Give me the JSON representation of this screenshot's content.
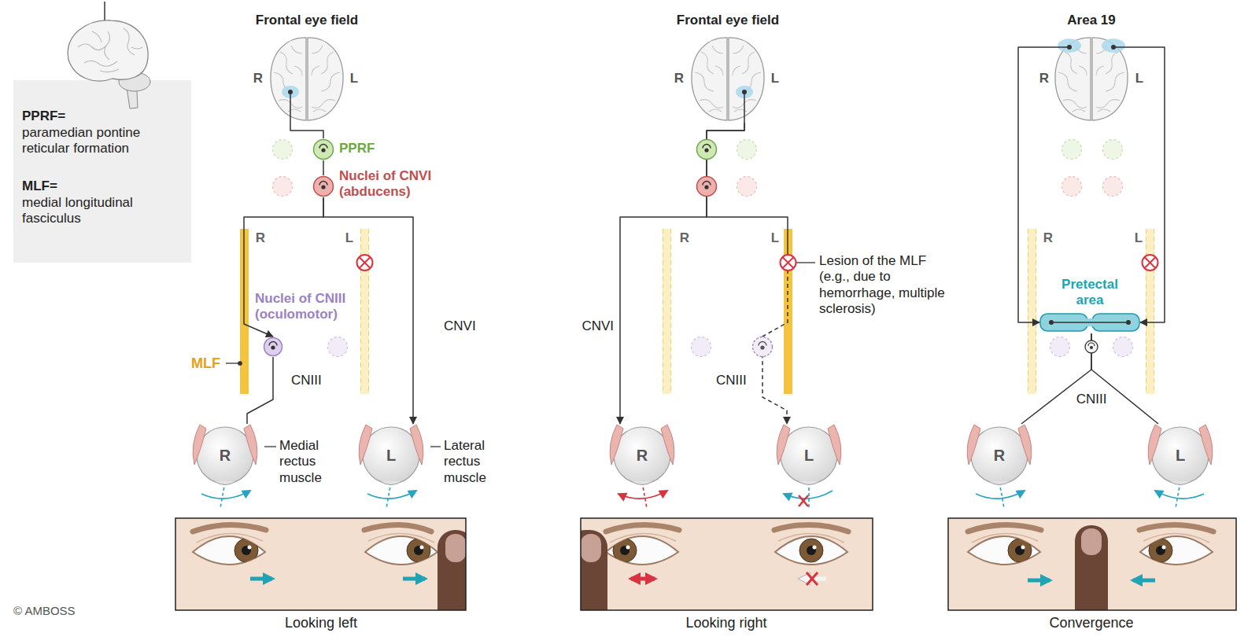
{
  "diagram": {
    "nodes": [
      {
        "text": [
          "PPRF=",
          "paramedian pontine reticular formation",
          "MLF=",
          "medial longitudinal fasciculus"
        ]
      },
      {
        "text": [
          "Frontal eye field",
          "R",
          "L"
        ]
      },
      {
        "text": [
          "PPRF"
        ]
      },
      {
        "text": [
          "Nuclei of CNVI (abducens)"
        ]
      },
      {
        "text": [
          "Nuclei of CNIII (oculomotor)"
        ]
      },
      {
        "text": [
          "R"
        ]
      },
      {
        "text": [
          "L"
        ]
      },
      {
        "text": [
          "Frontal eye field",
          "R",
          "L"
        ]
      },
      {
        "text": [
          "R"
        ]
      },
      {
        "text": [
          "L"
        ]
      },
      {
        "text": [
          "Area 19",
          "R",
          "L"
        ]
      },
      {
        "text": [
          "Pretectal area"
        ]
      },
      {
        "text": [
          "R"
        ]
      },
      {
        "text": [
          "L"
        ]
      }
    ],
    "edges": [
      {
        "from": 1,
        "to": 2,
        "arrow": "none"
      },
      {
        "from": 2,
        "to": 3,
        "arrow": "none"
      },
      {
        "from": 3,
        "to": 4,
        "arrow": "to"
      },
      {
        "from": 3,
        "to": 6,
        "arrow": "to",
        "label": "CNVI"
      },
      {
        "from": 4,
        "to": 5,
        "arrow": "none",
        "label": "CNIII"
      },
      {
        "from": 7,
        "to": 8,
        "arrow": "to",
        "label": "CNVI"
      },
      {
        "from": 7,
        "to": 9,
        "arrow": "to",
        "label": "CNIII"
      },
      {
        "from": 10,
        "to": 11,
        "arrow": "to"
      },
      {
        "from": 10,
        "to": 11,
        "arrow": "to"
      },
      {
        "from": 11,
        "to": 12,
        "arrow": "none",
        "label": "CNIII"
      },
      {
        "from": 11,
        "to": 13,
        "arrow": "none"
      }
    ],
    "labels": [
      "R",
      "L",
      "MLF",
      "Medial rectus muscle",
      "Lateral rectus muscle",
      "Looking left",
      "R",
      "L",
      "Lesion of the MLF (e.g., due to hemorrhage, multiple sclerosis)",
      "Looking right",
      "R",
      "L",
      "Convergence",
      "© AMBOSS"
    ]
  }
}
